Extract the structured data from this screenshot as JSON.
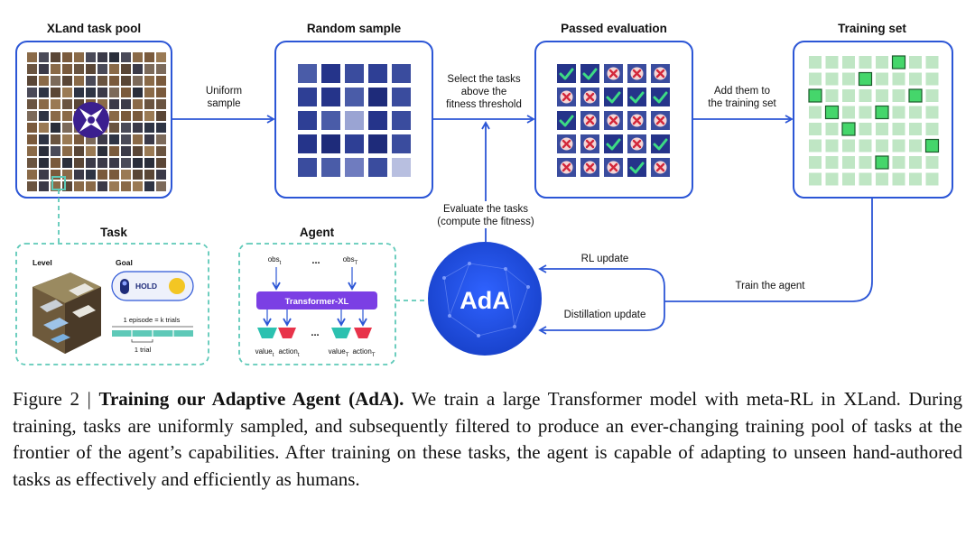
{
  "figure": {
    "panels": {
      "pool_title": "XLand task pool",
      "random_title": "Random sample",
      "passed_title": "Passed evaluation",
      "training_title": "Training set",
      "task_title": "Task",
      "agent_title": "Agent"
    },
    "arrows": {
      "uniform_l1": "Uniform",
      "uniform_l2": "sample",
      "select_l1": "Select the tasks",
      "select_l2": "above the",
      "select_l3": "fitness threshold",
      "add_l1": "Add them to",
      "add_l2": "the training set",
      "eval_l1": "Evaluate the tasks",
      "eval_l2": "(compute the fitness)",
      "rl_update": "RL update",
      "distill_update": "Distillation update",
      "train_agent": "Train the agent"
    },
    "ada_label": "AdA",
    "task_panel": {
      "level_label": "Level",
      "goal_label": "Goal",
      "hold_label": "HOLD",
      "episode_label": "1 episode = k trials",
      "trial_label": "1 trial"
    },
    "agent_panel": {
      "obs_t": "obs",
      "obs_t_sub": "t",
      "obs_T": "obs",
      "obs_T_sub": "T",
      "dots": "...",
      "transformer": "Transformer-XL",
      "value": "value",
      "action": "action",
      "sub_t": "t",
      "sub_T": "T"
    },
    "random_sample_shades": [
      [
        "#4a5ca8",
        "#25348a",
        "#3a4c9e",
        "#2e3f95",
        "#3a4c9e"
      ],
      [
        "#2e3f95",
        "#25348a",
        "#4a5ca8",
        "#1e2b7a",
        "#3a4c9e"
      ],
      [
        "#2e3f95",
        "#4a5ca8",
        "#9aa4d3",
        "#25348a",
        "#3a4c9e"
      ],
      [
        "#25348a",
        "#1e2b7a",
        "#2e3f95",
        "#1e2b7a",
        "#3a4c9e"
      ],
      [
        "#3a4c9e",
        "#4a5ca8",
        "#6f7cbf",
        "#3a4c9e",
        "#b8bfe0"
      ]
    ],
    "passed_marks": [
      [
        "check",
        "check",
        "cross",
        "cross",
        "cross"
      ],
      [
        "cross",
        "cross",
        "check",
        "check",
        "check"
      ],
      [
        "check",
        "cross",
        "cross",
        "cross",
        "cross"
      ],
      [
        "cross",
        "cross",
        "check",
        "cross",
        "check"
      ],
      [
        "cross",
        "cross",
        "cross",
        "check",
        "cross"
      ]
    ],
    "training_highlight": [
      [
        0,
        5
      ],
      [
        1,
        3
      ],
      [
        2,
        0
      ],
      [
        2,
        6
      ],
      [
        3,
        1
      ],
      [
        3,
        4
      ],
      [
        4,
        2
      ],
      [
        5,
        7
      ],
      [
        6,
        4
      ]
    ]
  },
  "caption": {
    "prefix": "Figure 2 | ",
    "bold": "Training our Adaptive Agent (AdA).",
    "text": " We train a large Transformer model with meta-RL in XLand. During training, tasks are uniformly sampled, and subsequently filtered to produce an ever-changing training pool of tasks at the frontier of the agent’s capabilities. After training on these tasks, the agent is capable of adapting to unseen hand-authored tasks as effectively and efficiently as humans."
  }
}
